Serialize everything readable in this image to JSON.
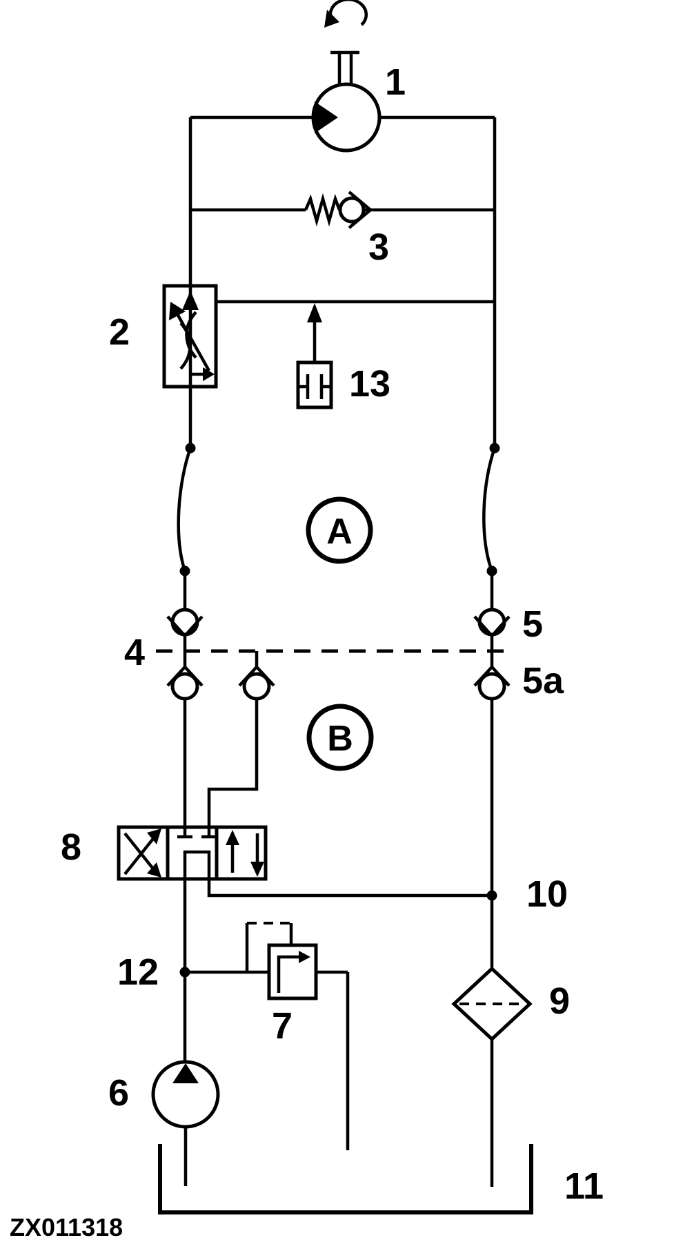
{
  "colors": {
    "line": "#000000",
    "background": "#ffffff"
  },
  "labels": {
    "motor": "1",
    "flow_control_valve": "2",
    "check_valve": "3",
    "coupler_left": "4",
    "coupler_right_upper": "5",
    "coupler_right_lower": "5a",
    "pump": "6",
    "relief_valve": "7",
    "directional_valve": "8",
    "filter": "9",
    "junction_10": "10",
    "tank": "11",
    "junction_12": "12",
    "pilot_tap": "13",
    "section_a": "A",
    "section_b": "B",
    "figure_code": "ZX011318"
  }
}
